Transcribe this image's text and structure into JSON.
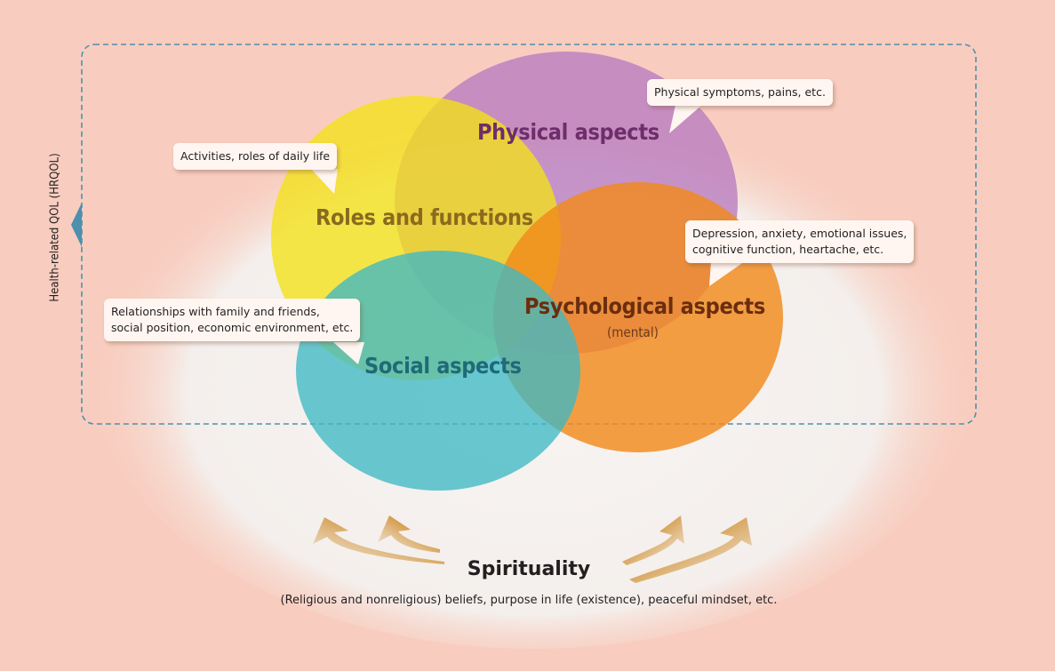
{
  "hrqol_label": "Health-related QOL (HRQOL)",
  "aspects": {
    "physical": "Physical aspects",
    "roles": "Roles and functions",
    "psychological": "Psychological aspects",
    "psychological_sub": "(mental)",
    "social": "Social aspects"
  },
  "callouts": {
    "physical": [
      "Physical symptoms, pains, etc."
    ],
    "roles": [
      "Activities, roles of daily life"
    ],
    "psychological": [
      "Depression, anxiety, emotional issues,",
      "cognitive function, heartache, etc."
    ],
    "social": [
      "Relationships with family and friends,",
      "social position, economic environment, etc."
    ]
  },
  "spirituality": {
    "title": "Spirituality",
    "description": "(Religious and nonreligious) beliefs, purpose in life (existence), peaceful mindset, etc."
  },
  "colors": {
    "background": "#f8cdbf",
    "physical": "#bb7fbf",
    "roles": "#f4e218",
    "psychological": "#f18a1c",
    "social": "#3fb8c4",
    "dashed_border": "#4f8fae",
    "arrow": "#c58a2e"
  }
}
